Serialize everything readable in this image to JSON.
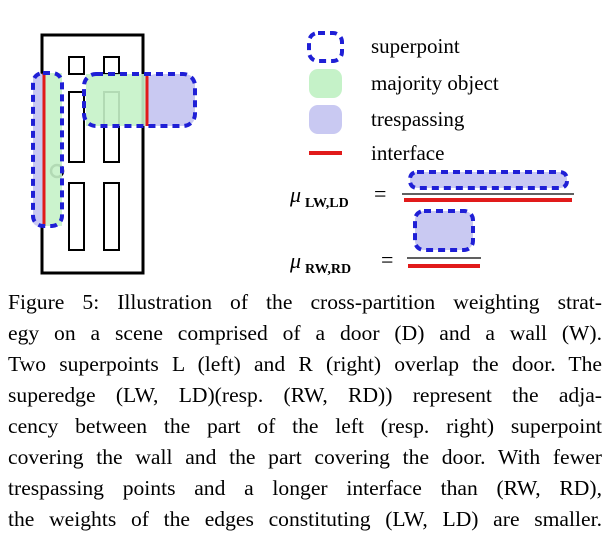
{
  "legend": {
    "superpoint": "superpoint",
    "majority_object": "majority object",
    "trespassing": "trespassing",
    "interface": "interface"
  },
  "equations": {
    "mu_symbol": "μ",
    "lw_ld_sub": "LW,LD",
    "rw_rd_sub": "RW,RD",
    "equals": "="
  },
  "colors": {
    "superpoint_border": "#1f1fd6",
    "majority_fill": "#c5f2c8",
    "trespassing_fill": "#c9c9f2",
    "interface": "#e11a1a",
    "door_stroke": "#000000"
  },
  "caption": {
    "lines": [
      "Figure 5: Illustration of the cross-partition weighting strat-",
      "egy on a scene comprised of a door (D) and a wall (W).",
      "Two superpoints L (left) and R (right) overlap the door. The",
      "superedge (LW, LD)(resp. (RW, RD)) represent the adja-",
      "cency between the part of the left (resp. right) superpoint",
      "covering the wall and the part covering the door. With fewer",
      "trespassing points and a longer interface than (RW, RD),",
      "the weights of the edges constituting (LW, LD) are smaller."
    ]
  }
}
